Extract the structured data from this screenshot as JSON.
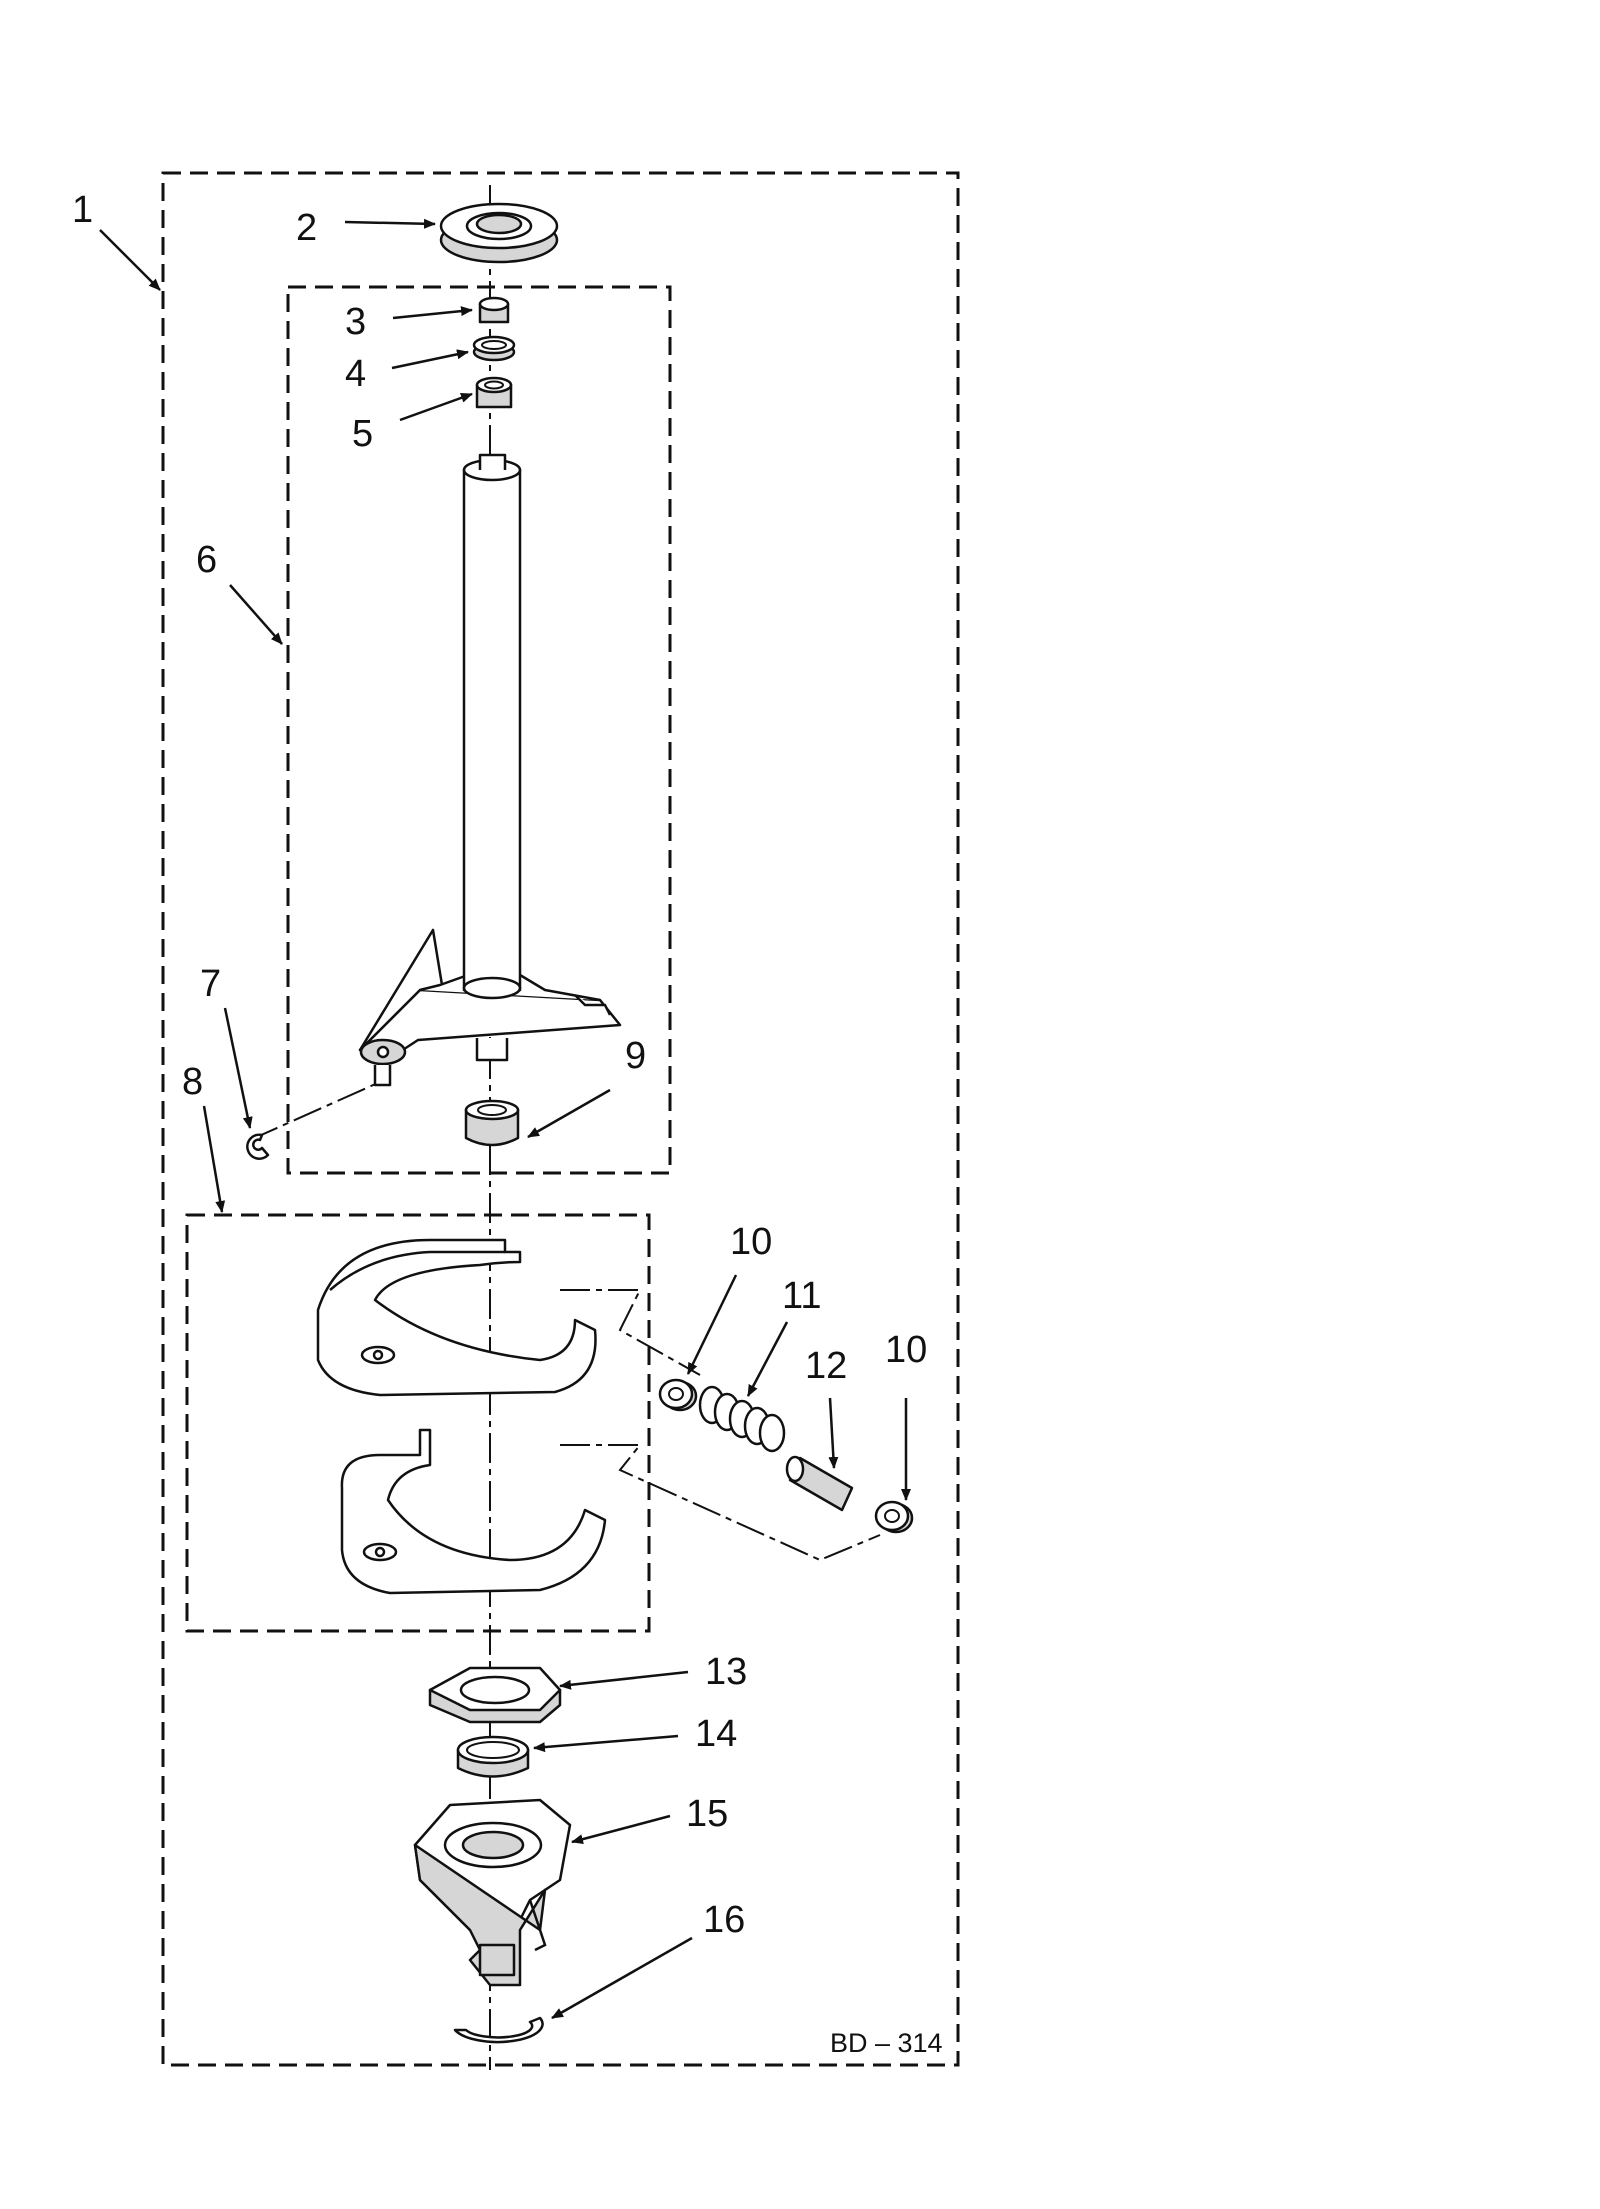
{
  "diagram_code": "BD – 314",
  "callouts": [
    {
      "id": "1",
      "text": "1"
    },
    {
      "id": "2",
      "text": "2"
    },
    {
      "id": "3",
      "text": "3"
    },
    {
      "id": "4",
      "text": "4"
    },
    {
      "id": "5",
      "text": "5"
    },
    {
      "id": "6",
      "text": "6"
    },
    {
      "id": "7",
      "text": "7"
    },
    {
      "id": "8",
      "text": "8"
    },
    {
      "id": "9",
      "text": "9"
    },
    {
      "id": "10a",
      "text": "10"
    },
    {
      "id": "11",
      "text": "11"
    },
    {
      "id": "12",
      "text": "12"
    },
    {
      "id": "10b",
      "text": "10"
    },
    {
      "id": "13",
      "text": "13"
    },
    {
      "id": "14",
      "text": "14"
    },
    {
      "id": "15",
      "text": "15"
    },
    {
      "id": "16",
      "text": "16"
    }
  ]
}
